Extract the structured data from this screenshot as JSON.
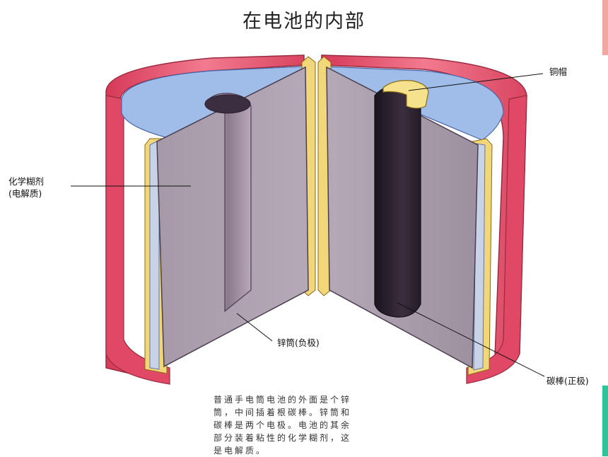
{
  "title": "在电池的内部",
  "labels": {
    "copper_cap": "铜帽",
    "paste_line1": "化学糊剂",
    "paste_line2": "(电解质)",
    "zinc_can": "锌筒(负极)",
    "carbon_rod": "碳棒(正极)"
  },
  "caption": [
    "普通手电筒电池的外面是个锌",
    "筒，中间插着根碳棒。锌筒和",
    "碳棒是两个电极。电池的其余",
    "部分装着粘性的化学糊剂，这",
    "是电解质。"
  ],
  "colors": {
    "casing": "#e9536f",
    "top_fill": "#9fbde8",
    "paste": "#a79aa9",
    "zinc_edge": "#f2d77a",
    "carbon_rod": "#2c2230",
    "cap": "#f6e28c",
    "edge_left": "#f2a7a0",
    "edge_right": "#2ec49a"
  }
}
